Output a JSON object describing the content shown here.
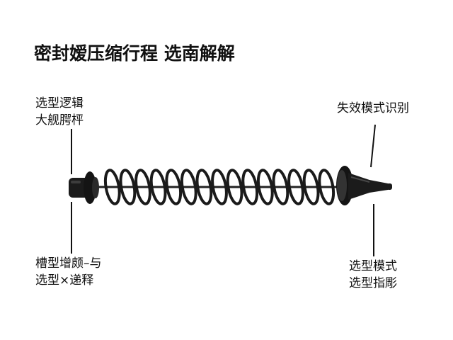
{
  "title": "密封嫒压缩行程 选南解解",
  "labels": {
    "top_left": [
      "选型逻辑",
      "大舰腭枰"
    ],
    "top_right": [
      "失效模式识别"
    ],
    "bottom_left": [
      "槽型增颇–与",
      "选型×递释"
    ],
    "bottom_right": [
      "选型模式",
      "选型指彫"
    ]
  },
  "colors": {
    "ink": "#111111",
    "spring": "#1a1a1a",
    "background": "#ffffff"
  },
  "icons": {
    "spring": "compression-spring-icon",
    "seal_cap": "seal-cap-icon",
    "nozzle": "piston-nozzle-icon"
  }
}
